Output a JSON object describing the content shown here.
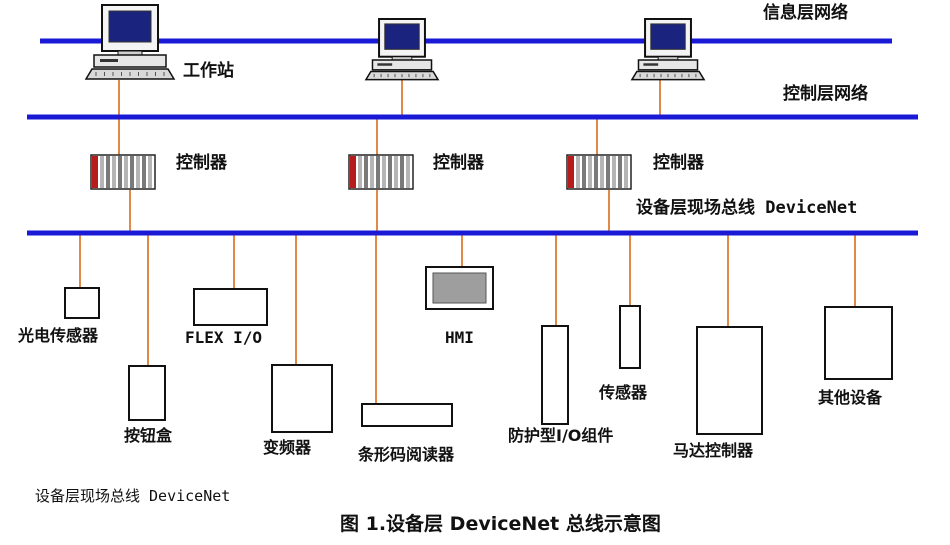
{
  "colors": {
    "bus": "#1a1ad6",
    "link": "#e08a4a",
    "box_stroke": "#111111",
    "monitor_screen": "#1a237e",
    "hmi_screen": "#9e9e9e",
    "controller_red": "#b71c1c"
  },
  "networks": {
    "info_layer": "信息层网络",
    "control_layer": "控制层网络",
    "device_layer": "设备层现场总线 DeviceNet"
  },
  "workstations": [
    {
      "label": "工作站"
    },
    {
      "label": ""
    },
    {
      "label": ""
    }
  ],
  "controllers": [
    {
      "label": "控制器"
    },
    {
      "label": "控制器"
    },
    {
      "label": "控制器"
    }
  ],
  "devices": {
    "photo_sensor": "光电传感器",
    "button_box": "按钮盒",
    "flex_io": "FLEX I/O",
    "vfd": "变频器",
    "barcode_reader": "条形码阅读器",
    "hmi": "HMI",
    "rugged_io": "防护型I/O组件",
    "sensor": "传感器",
    "motor_controller": "马达控制器",
    "other": "其他设备"
  },
  "bottom_caption": "设备层现场总线 DeviceNet",
  "figure_caption": "图 1.设备层 DeviceNet 总线示意图"
}
